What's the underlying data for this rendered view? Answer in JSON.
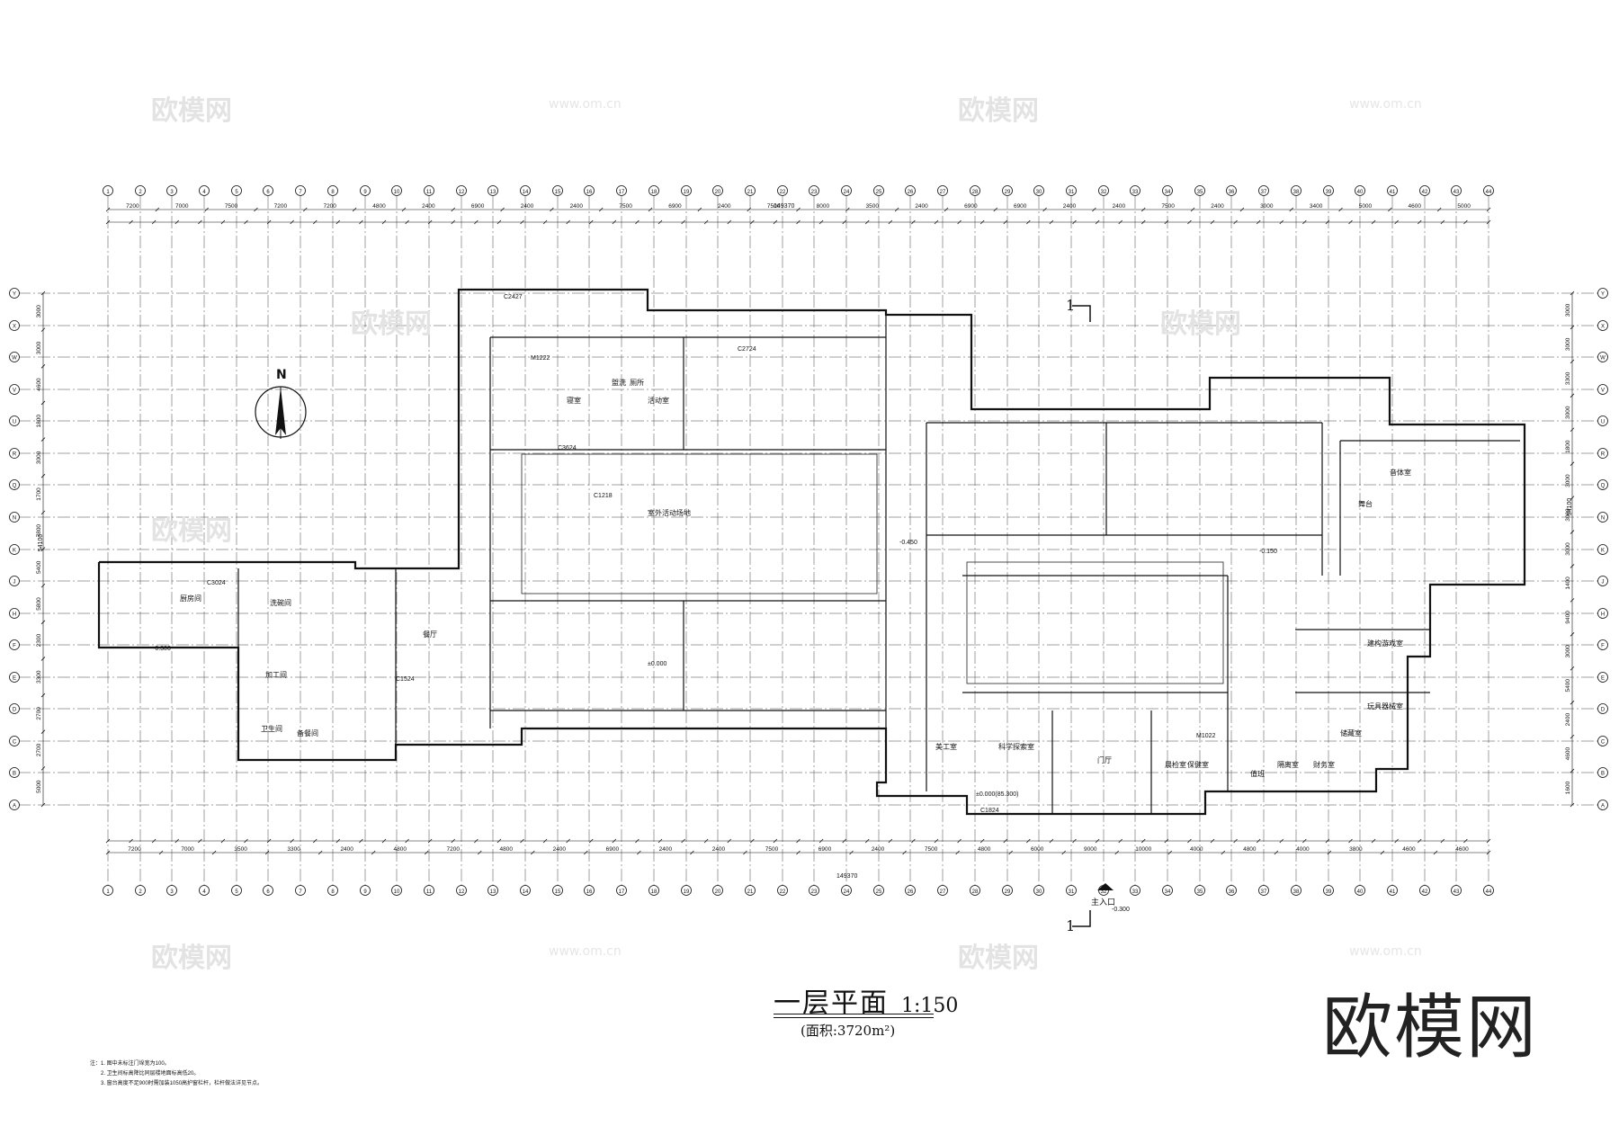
{
  "drawing": {
    "title": "一层平面",
    "scale": "1:150",
    "area": "(面积:3720m²)",
    "north_label": "N",
    "section_marker": "1",
    "entrance_label": "主入口",
    "entrance_level": "-0.300",
    "total_width": "149370",
    "total_depth": "54100",
    "logo": "欧模网",
    "watermark_text": "欧模网",
    "watermark_url": "www.om.cn",
    "notes": [
      "注：1. 图中未标注门垛宽为100。",
      "2. 卫生间标高降比同层楼地面标高低20。",
      "3. 窗台高度不足900时需加装1050高护窗栏杆，栏杆做法详见节点。"
    ],
    "top_axes": [
      "1",
      "2",
      "3",
      "4",
      "5",
      "6",
      "7",
      "8",
      "9",
      "10",
      "11",
      "12",
      "13",
      "14",
      "15",
      "16",
      "17",
      "18",
      "19",
      "20",
      "21",
      "22",
      "23",
      "24",
      "25",
      "26",
      "27",
      "28",
      "29",
      "30",
      "31",
      "32",
      "33",
      "34",
      "35",
      "36",
      "37",
      "38",
      "39",
      "40",
      "41",
      "42",
      "43",
      "44"
    ],
    "top_dims": [
      "7200",
      "7000",
      "7500",
      "7200",
      "7200",
      "4800",
      "2400",
      "6900",
      "2400",
      "2400",
      "7500",
      "6900",
      "2400",
      "7500",
      "8000",
      "3500",
      "2400",
      "6900",
      "6900",
      "2400",
      "2400",
      "7500",
      "2400",
      "3000",
      "3400",
      "5000",
      "4600",
      "5000"
    ],
    "bottom_dims": [
      "7200",
      "7000",
      "3500",
      "3300",
      "2400",
      "4800",
      "7200",
      "4800",
      "2400",
      "6900",
      "2400",
      "2400",
      "7500",
      "6900",
      "2400",
      "7500",
      "4800",
      "6000",
      "9000",
      "10000",
      "4000",
      "4800",
      "4000",
      "3800",
      "4600",
      "4600"
    ],
    "left_axes": [
      "Y",
      "X",
      "W",
      "V",
      "U",
      "R",
      "Q",
      "N",
      "K",
      "J",
      "H",
      "F",
      "E",
      "D",
      "C",
      "B",
      "A"
    ],
    "left_dims": [
      "3000",
      "3000",
      "4600",
      "1800",
      "3000",
      "1700",
      "7800",
      "5400",
      "5800",
      "2300",
      "3300",
      "2700",
      "2700",
      "5000"
    ],
    "right_dims": [
      "3000",
      "3000",
      "3300",
      "3000",
      "1800",
      "3000",
      "3000",
      "3000",
      "1400",
      "9400",
      "3000",
      "5400",
      "2400",
      "4600",
      "1600"
    ],
    "rooms": [
      {
        "label": "厨房间"
      },
      {
        "label": "餐厅"
      },
      {
        "label": "洗碗间"
      },
      {
        "label": "加工间"
      },
      {
        "label": "卫生间"
      },
      {
        "label": "备餐间"
      },
      {
        "label": "寝室"
      },
      {
        "label": "活动室"
      },
      {
        "label": "盥洗"
      },
      {
        "label": "厕所"
      },
      {
        "label": "室外活动场地"
      },
      {
        "label": "门厅"
      },
      {
        "label": "科学探索室"
      },
      {
        "label": "美工室"
      },
      {
        "label": "晨检室"
      },
      {
        "label": "保健室"
      },
      {
        "label": "隔离室"
      },
      {
        "label": "舞台"
      },
      {
        "label": "音体室"
      },
      {
        "label": "建构游戏室"
      },
      {
        "label": "玩具器械室"
      },
      {
        "label": "储藏室"
      },
      {
        "label": "财务室"
      },
      {
        "label": "值班"
      }
    ],
    "levels": [
      "±0.000",
      "-0.300",
      "-0.450",
      "-0.150",
      "±0.000(85.300)"
    ],
    "door_window_tags": [
      "C3624",
      "C2724",
      "C1218",
      "M1222",
      "C3024",
      "C1524",
      "C2427",
      "M1022",
      "C1824"
    ]
  }
}
